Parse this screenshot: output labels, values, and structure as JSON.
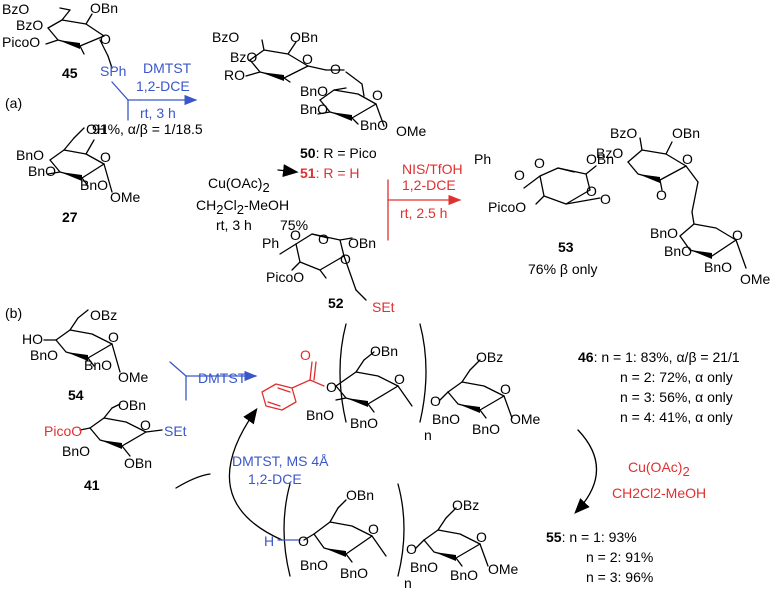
{
  "labels": {
    "a": "(a)",
    "b": "(b)"
  },
  "compounds": {
    "c45": "45",
    "c27": "27",
    "c50": "50",
    "c51": "51",
    "c52": "52",
    "c53": "53",
    "c54": "54",
    "c41": "41",
    "c46": "46",
    "c55": "55"
  },
  "reaction1": {
    "reagent": "DMTST",
    "solvent": "1,2-DCE",
    "conditions": "rt, 3 h",
    "result": "91%, α/β = 1/18.5"
  },
  "product50_51": {
    "line50": ": R = Pico",
    "line51": ": R = H"
  },
  "deprotection": {
    "reagent_main": "Cu(OAc)",
    "reagent_sub": "2",
    "solvent_main": "CH",
    "solvent_sub1": "2",
    "solvent_mid": "Cl",
    "solvent_sub2": "2",
    "solvent_end": "-MeOH",
    "conditions": "rt, 3 h",
    "yield": "75%"
  },
  "reaction2": {
    "reagent": "NIS/TfOH",
    "solvent": "1,2-DCE",
    "conditions": "rt, 2.5 h",
    "result": "76%  β only"
  },
  "cycle": {
    "step1": "DMTST",
    "step2_line1": "DMTST, MS 4Å",
    "step2_line2": "1,2-DCE",
    "step3_line1": "Cu(OAc)",
    "step3_sub": "2",
    "step3_line2": "CH2Cl2-MeOH",
    "n": "n",
    "H": "H"
  },
  "results46": {
    "r1": ": n = 1: 83%, α/β = 21/1",
    "r2": "n = 2: 72%, α only",
    "r3": "n = 3: 56%, α only",
    "r4": "n = 4: 41%, α only"
  },
  "results55": {
    "r1": ": n = 1: 93%",
    "r2": "n = 2: 91%",
    "r3": "n = 3: 96%"
  },
  "groups": {
    "BzO": "BzO",
    "OBn": "OBn",
    "BnO": "BnO",
    "PicoO": "PicoO",
    "SPh": "SPh",
    "OH": "OH",
    "OMe": "OMe",
    "RO": "RO",
    "O": "O",
    "Ph": "Ph",
    "SEt": "SEt",
    "HO": "HO",
    "OBz": "OBz"
  },
  "colors": {
    "blue": "#3a57c9",
    "red": "#e03030",
    "black": "#000000"
  }
}
